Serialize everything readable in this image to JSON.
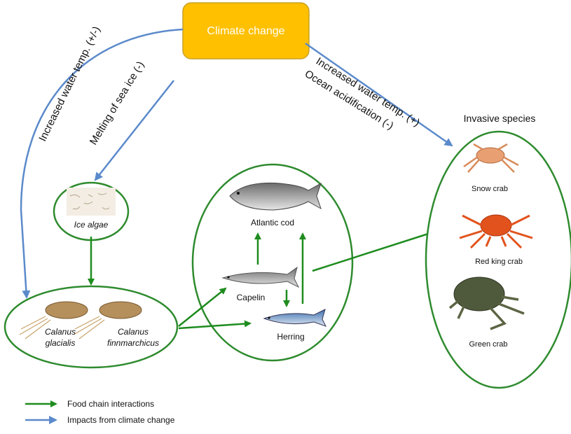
{
  "title_box": {
    "label": "Climate change",
    "fill": "#FFC000",
    "border": "#C9A227"
  },
  "colors": {
    "food_chain": "#1E8C1E",
    "climate": "#5B8ACB",
    "ellipse": "#2E8B2E"
  },
  "climate_impacts": {
    "left": "Increased water temp. (+/-)",
    "sea_ice": "Melting of sea ice (-)",
    "right_line1": "Increased water temp. (+)",
    "right_line2": "Ocean acidification (-)"
  },
  "nodes": {
    "ice_algae": "Ice algae",
    "calanus_glacialis": [
      "Calanus",
      "glacialis"
    ],
    "calanus_finnmarchicus": [
      "Calanus",
      "finnmarchicus"
    ],
    "atlantic_cod": "Atlantic cod",
    "capelin": "Capelin",
    "herring": "Herring"
  },
  "invasive": {
    "heading": "Invasive species",
    "species": [
      "Snow crab",
      "Red king crab",
      "Green crab"
    ]
  },
  "legend": [
    {
      "label": "Food chain interactions",
      "color": "#1E8C1E",
      "icon": "green-arrow-icon"
    },
    {
      "label": "Impacts from climate change",
      "color": "#5B8ACB",
      "icon": "blue-arrow-icon"
    }
  ]
}
